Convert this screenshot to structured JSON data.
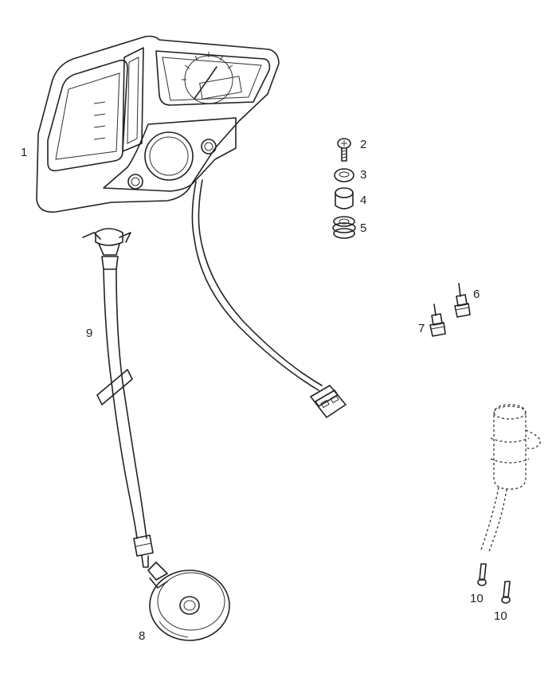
{
  "colors": {
    "line": "#222222",
    "background": "#ffffff"
  },
  "callouts": {
    "c1": "1",
    "c2": "2",
    "c3": "3",
    "c4": "4",
    "c5": "5",
    "c6": "6",
    "c7": "7",
    "c8": "8",
    "c9": "9",
    "c10a": "10",
    "c10b": "10"
  }
}
